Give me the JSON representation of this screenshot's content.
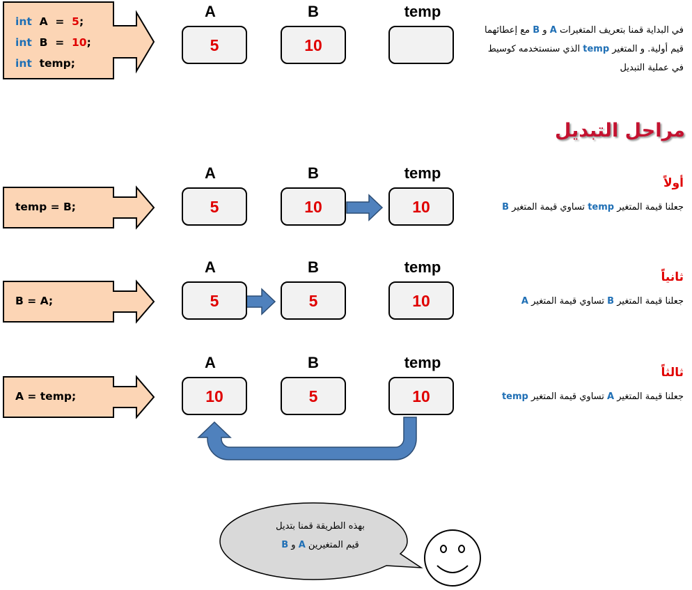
{
  "code": {
    "init_lines": [
      {
        "kw": "int",
        "name": "A",
        "eq": "=",
        "val": "5",
        "end": ";"
      },
      {
        "kw": "int",
        "name": "B",
        "eq": "=",
        "val": "10",
        "end": ";"
      },
      {
        "kw": "int",
        "name": "temp",
        "end": ";"
      }
    ],
    "step1": "temp = B;",
    "step2": "B = A;",
    "step3": "A = temp;"
  },
  "labels": {
    "a": "A",
    "b": "B",
    "temp": "temp"
  },
  "rows": [
    {
      "a": "5",
      "b": "10",
      "temp": ""
    },
    {
      "a": "5",
      "b": "10",
      "temp": "10"
    },
    {
      "a": "5",
      "b": "5",
      "temp": "10"
    },
    {
      "a": "10",
      "b": "5",
      "temp": "10"
    }
  ],
  "intro": {
    "p1": "في البداية قمنا بتعريف المتغيرات",
    "var_a": "A",
    "and": "و",
    "var_b": "B",
    "p2": "مع إعطائهما قيم أولية. و المتغير",
    "var_temp": "temp",
    "p3": "الذي سنستخدمه كوسيط في عملية التبديل"
  },
  "heading": "مراحل التبديل",
  "steps": [
    {
      "title": "أولاً",
      "t1": "جعلنا قيمة المتغير",
      "v1": "temp",
      "t2": "تساوي قيمة المتغير",
      "v2": "B"
    },
    {
      "title": "ثانياً",
      "t1": "جعلنا قيمة المتغير",
      "v1": "B",
      "t2": "تساوي قيمة المتغير",
      "v2": "A"
    },
    {
      "title": "ثالثاً",
      "t1": "جعلنا قيمة المتغير",
      "v1": "A",
      "t2": "تساوي قيمة المتغير",
      "v2": "temp"
    }
  ],
  "bubble": {
    "line1": "بهذه الطريقة قمنا بتديل",
    "line2": "قيم المتغيرين",
    "var_a": "A",
    "and": "و",
    "var_b": "B"
  },
  "colors": {
    "code_fill": "#fcd5b5",
    "box_fill": "#f2f2f2",
    "value_red": "#e00000",
    "keyword_blue": "#1f6fb5",
    "arrow_blue": "#4f81bd",
    "heading": "#c41230",
    "bubble_fill": "#d9d9d9"
  },
  "icons": {
    "smiley": "smiley-face-icon"
  }
}
